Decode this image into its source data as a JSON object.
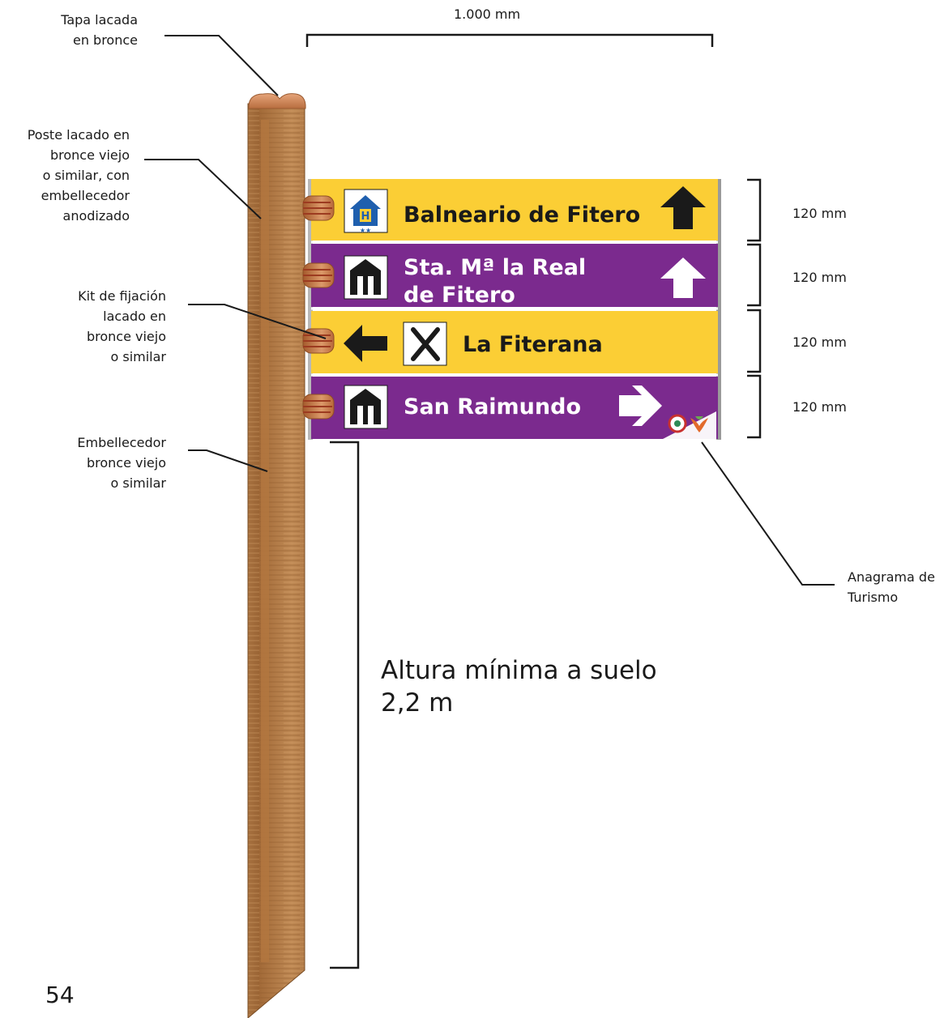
{
  "dimensions": {
    "width_label": "1.000 mm",
    "panel_height_labels": [
      "120 mm",
      "120 mm",
      "120 mm",
      "120 mm"
    ],
    "min_height_label": "Altura mínima a suelo\n 2,2 m"
  },
  "callouts": {
    "tapa": "Tapa lacada\nen bronce",
    "poste": "Poste lacado en\nbronce viejo\no similar, con\nembellecedor\nanodizado",
    "kit": "Kit de fijación\nlacado en\nbronce viejo\no similar",
    "embellecedor": "Embellecedor\nbronce viejo\no similar",
    "anagrama": "Anagrama de\nTurismo"
  },
  "signs": [
    {
      "color": "#fbce35",
      "text_color": "#1a1a1a",
      "lines": [
        "Balneario de Fitero"
      ],
      "icon": "hotel-icon",
      "arrow": "up-arrow-icon"
    },
    {
      "color": "#7b2a8e",
      "text_color": "#ffffff",
      "lines": [
        "Sta. Mª la Real",
        "de Fitero"
      ],
      "icon": "church-icon",
      "arrow": "up-arrow-icon"
    },
    {
      "color": "#fbce35",
      "text_color": "#1a1a1a",
      "lines": [
        "La Fiterana"
      ],
      "icon": "restaurant-icon",
      "arrow": "left-arrow-icon"
    },
    {
      "color": "#7b2a8e",
      "text_color": "#ffffff",
      "lines": [
        "San Raimundo"
      ],
      "icon": "church-icon",
      "arrow": "right-arrow-icon"
    }
  ],
  "colors": {
    "post": "#b07a45",
    "cap": "#d9956a",
    "bracket": "#c0713f",
    "yellow": "#fbce35",
    "purple": "#7b2a8e"
  },
  "page_number": "54"
}
